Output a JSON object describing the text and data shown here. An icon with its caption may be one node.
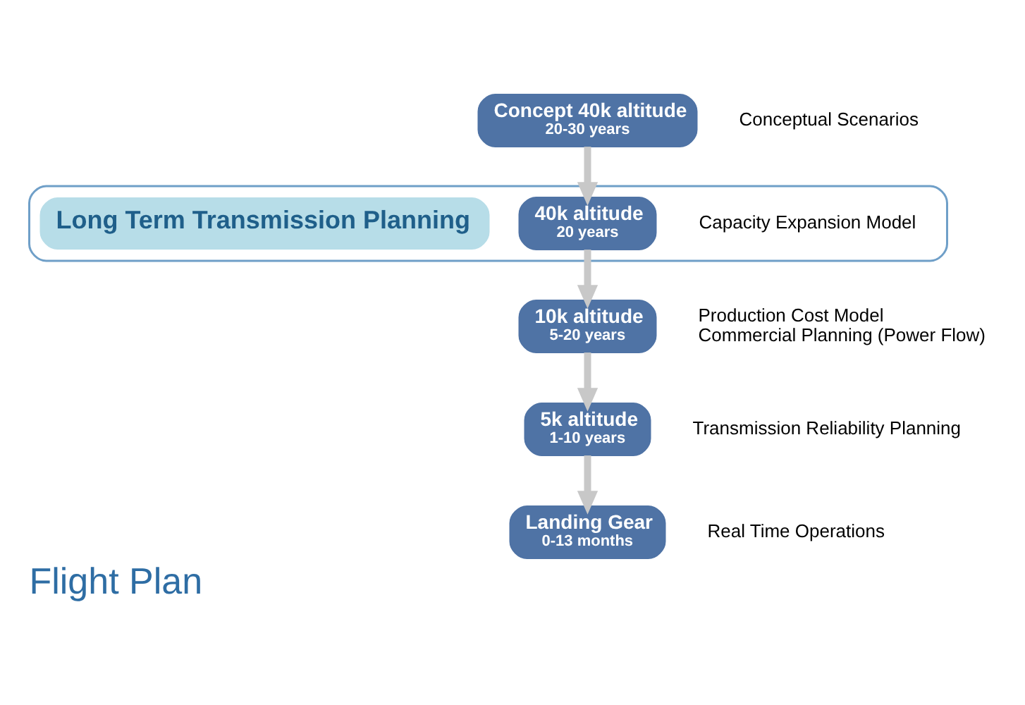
{
  "diagram": {
    "title": "Flight Plan",
    "nodes": [
      {
        "text": [],
        "shape": "ellipse"
      },
      {
        "text": [
          "Concept 40k altitude",
          "20-30 years"
        ],
        "beside": [
          "Conceptual Scenarios"
        ]
      },
      {
        "text": [
          "40k altitude",
          "20 years"
        ],
        "in": 0,
        "beside": [
          "Capacity Expansion Model"
        ]
      },
      {
        "text": [
          "10k altitude",
          "5-20 years"
        ],
        "beside": [
          "Production Cost Model",
          "Commercial Planning (Power Flow)"
        ]
      },
      {
        "text": [
          "5k altitude",
          "1-10 years"
        ],
        "beside": [
          "Transmission Reliability Planning"
        ]
      },
      {
        "text": [
          "Landing Gear",
          "0-13 months"
        ],
        "beside": [
          "Real Time Operations"
        ]
      },
      {
        "text": [
          "Long Term Transmission Planning"
        ],
        "in": 0
      }
    ],
    "edges": [
      {
        "from": 1,
        "to": 2,
        "arrow": "to"
      },
      {
        "from": 2,
        "to": 3,
        "arrow": "to"
      },
      {
        "from": 3,
        "to": 4,
        "arrow": "to"
      },
      {
        "from": 4,
        "to": 5,
        "arrow": "to"
      }
    ]
  }
}
